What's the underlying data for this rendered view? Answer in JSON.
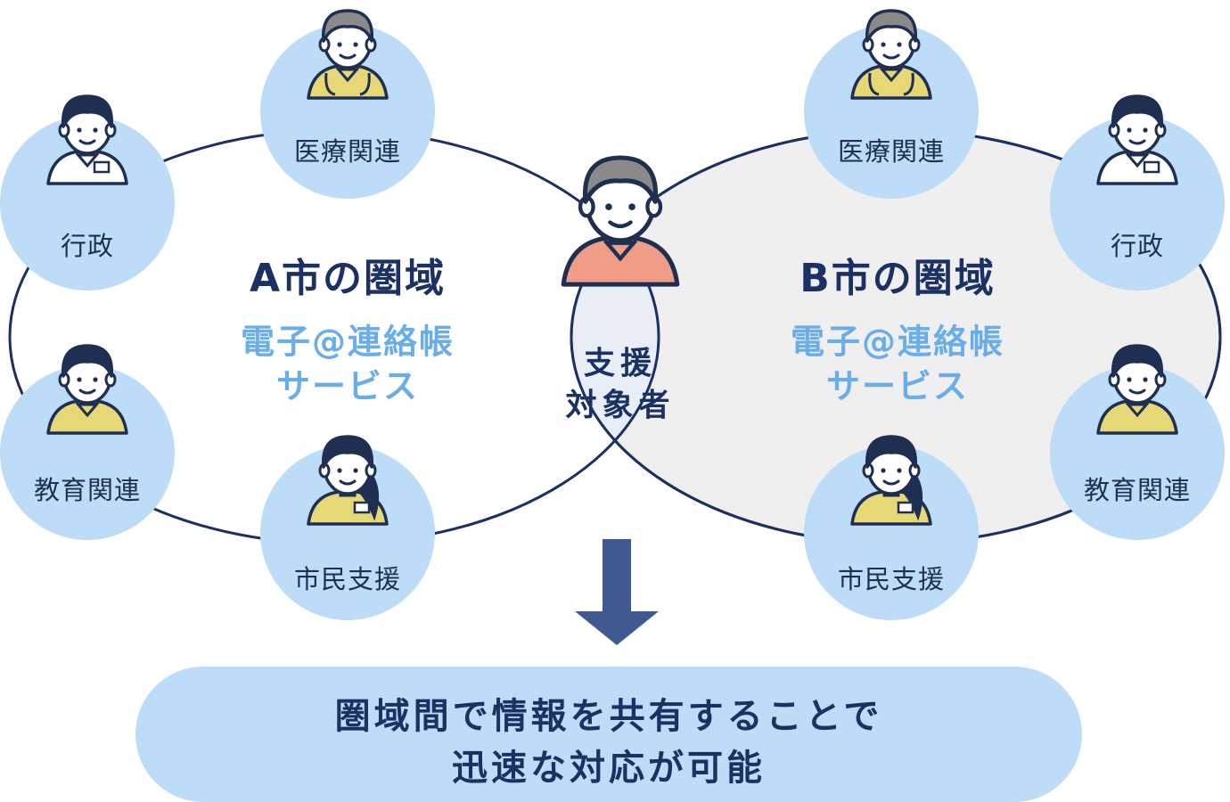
{
  "regions": {
    "a": {
      "title": "A市の圏域",
      "service_line1": "電子@連絡帳",
      "service_line2": "サービス",
      "nodes": {
        "medical": "医療関連",
        "admin": "行政",
        "education": "教育関連",
        "citizen": "市民支援"
      }
    },
    "b": {
      "title": "B市の圏域",
      "service_line1": "電子@連絡帳",
      "service_line2": "サービス",
      "nodes": {
        "medical": "医療関連",
        "admin": "行政",
        "education": "教育関連",
        "citizen": "市民支援"
      }
    }
  },
  "center": {
    "label_line1": "支援",
    "label_line2": "対象者"
  },
  "conclusion": {
    "line1": "圏域間で情報を共有することで",
    "line2": "迅速な対応が可能"
  },
  "colors": {
    "navy": "#1b3163",
    "circle_fill": "#bcdcf7",
    "right_ellipse_fill": "#efefef",
    "service_text": "#6aaee9",
    "arrow": "#3e5a91",
    "skin": "#ffffff",
    "hair_gray": "#8a8a8a",
    "hair_navy": "#1e2f52",
    "shirt_salmon": "#ef9d86",
    "shirt_yellow": "#e6d877"
  },
  "icons": {
    "medical": "doctor-icon",
    "admin": "administrator-icon",
    "education": "teacher-icon",
    "citizen": "supporter-icon",
    "center": "elderly-person-icon",
    "arrow": "arrow-down-icon"
  }
}
